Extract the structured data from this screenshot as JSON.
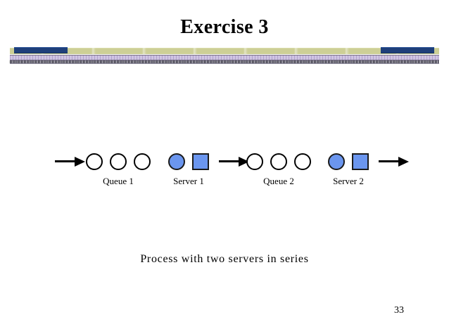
{
  "slide": {
    "title": "Exercise 3",
    "caption": "Process with two servers in series",
    "page_number": "33",
    "background_color": "#ffffff"
  },
  "divider": {
    "khaki_color": "#cdcf96",
    "endcap_color": "#1f3f7a",
    "lavender_color": "#c3b6da",
    "hatch_color": "#1b1b22"
  },
  "diagram": {
    "open_circle_fill": "#ffffff",
    "open_circle_stroke": "#000000",
    "server_fill": "#6b96ef",
    "server_stroke": "#1a1a1a",
    "arrow_color": "#000000",
    "groups": [
      {
        "id": "queue-1",
        "label": "Queue 1",
        "shapes": [
          "circle-open",
          "circle-open",
          "circle-open"
        ]
      },
      {
        "id": "server-1",
        "label": "Server 1",
        "shapes": [
          "circle-filled",
          "square-filled"
        ]
      },
      {
        "id": "queue-2",
        "label": "Queue 2",
        "shapes": [
          "circle-open",
          "circle-open",
          "circle-open"
        ]
      },
      {
        "id": "server-2",
        "label": "Server 2",
        "shapes": [
          "circle-filled",
          "square-filled"
        ]
      }
    ],
    "arrows": [
      {
        "id": "arrow-in",
        "name": "inbound-arrow"
      },
      {
        "id": "arrow-middle",
        "name": "queue1-to-queue2-arrow"
      },
      {
        "id": "arrow-out",
        "name": "outbound-arrow"
      }
    ]
  }
}
